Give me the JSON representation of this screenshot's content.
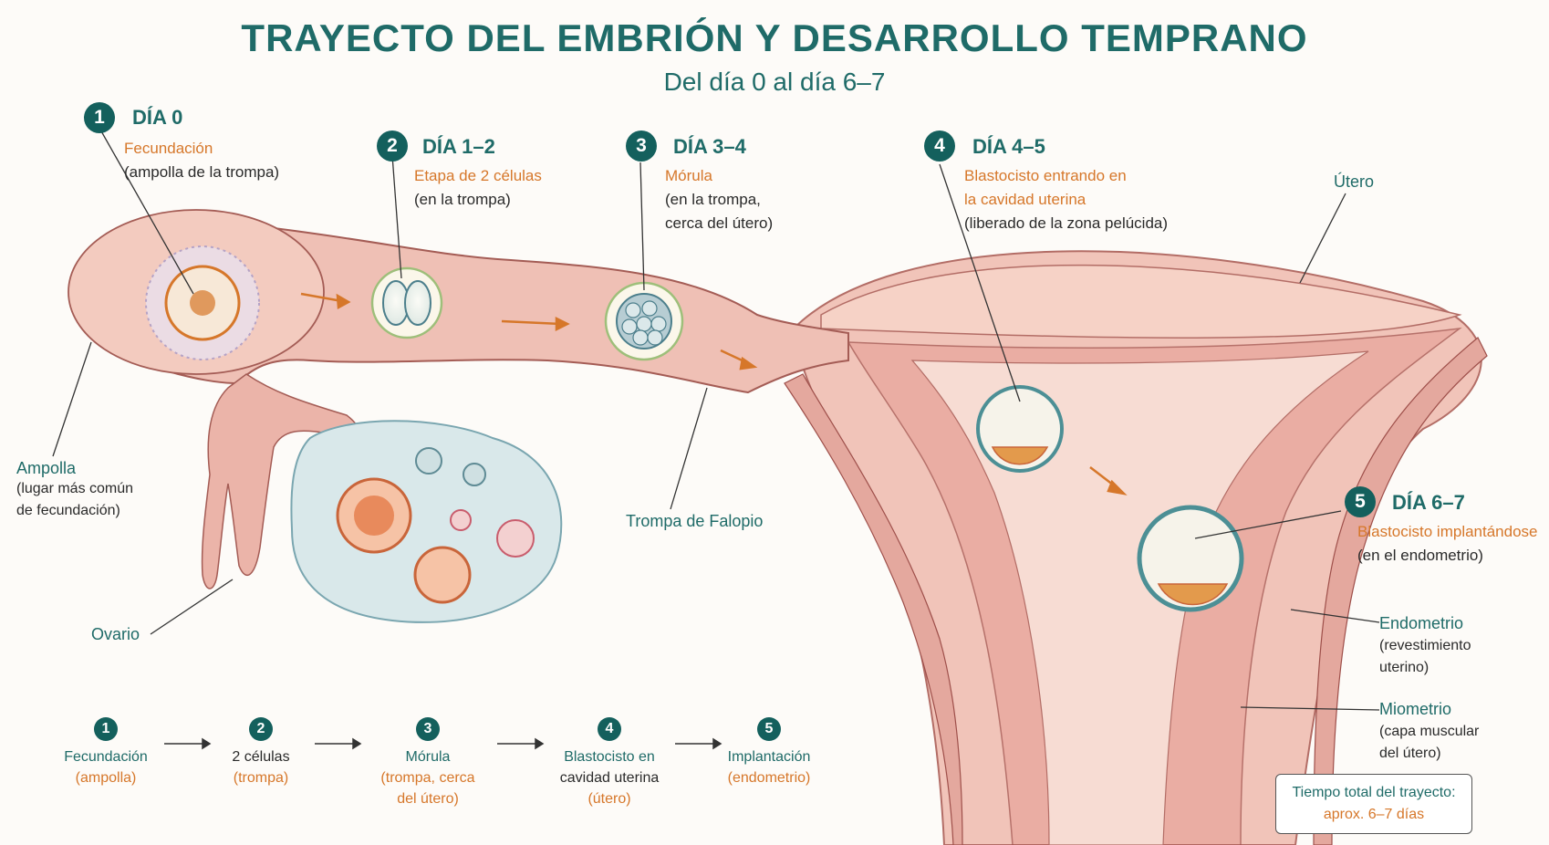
{
  "title": "TRAYECTO DEL EMBRIÓN Y DESARROLLO TEMPRANO",
  "subtitle": "Del día 0 al día 6–7",
  "steps": [
    {
      "num": "1",
      "day": "DÍA 0",
      "stage": "Fecundación",
      "place": "(ampolla de la trompa)"
    },
    {
      "num": "2",
      "day": "DÍA 1–2",
      "stage": "Etapa de 2 células",
      "place": "(en la trompa)"
    },
    {
      "num": "3",
      "day": "DÍA 3–4",
      "stage": "Mórula",
      "place1": "(en la trompa,",
      "place2": "cerca del útero)"
    },
    {
      "num": "4",
      "day": "DÍA 4–5",
      "stage1": "Blastocisto entrando en",
      "stage2": "la cavidad uterina",
      "place": "(liberado de la zona pelúcida)"
    },
    {
      "num": "5",
      "day": "DÍA 6–7",
      "stage": "Blastocisto implantándose",
      "place": "(en el endometrio)"
    }
  ],
  "labels": {
    "utero": "Útero",
    "ampolla": "Ampolla",
    "ampolla_desc1": "(lugar más común",
    "ampolla_desc2": "de fecundación)",
    "trompa": "Trompa de Falopio",
    "ovario": "Ovario",
    "endometrio": "Endometrio",
    "endometrio_desc1": "(revestimiento",
    "endometrio_desc2": "uterino)",
    "miometrio": "Miometrio",
    "miometrio_desc1": "(capa muscular",
    "miometrio_desc2": "del útero)"
  },
  "timeline": [
    {
      "num": "1",
      "line1": "Fecundación",
      "line2": "(ampolla)"
    },
    {
      "num": "2",
      "line1": "2 células",
      "line2": "(trompa)"
    },
    {
      "num": "3",
      "line1": "Mórula",
      "line2": "(trompa, cerca",
      "line3": "del útero)"
    },
    {
      "num": "4",
      "line1": "Blastocisto en",
      "line2": "cavidad uterina",
      "line3": "(útero)"
    },
    {
      "num": "5",
      "line1": "Implantación",
      "line2": "(endometrio)"
    }
  ],
  "total": {
    "line1": "Tiempo total del trayecto:",
    "line2": "aprox. 6–7 días"
  },
  "colors": {
    "teal": "#1f6b68",
    "orange": "#d6772a",
    "tissue": "#eeb9b0"
  }
}
